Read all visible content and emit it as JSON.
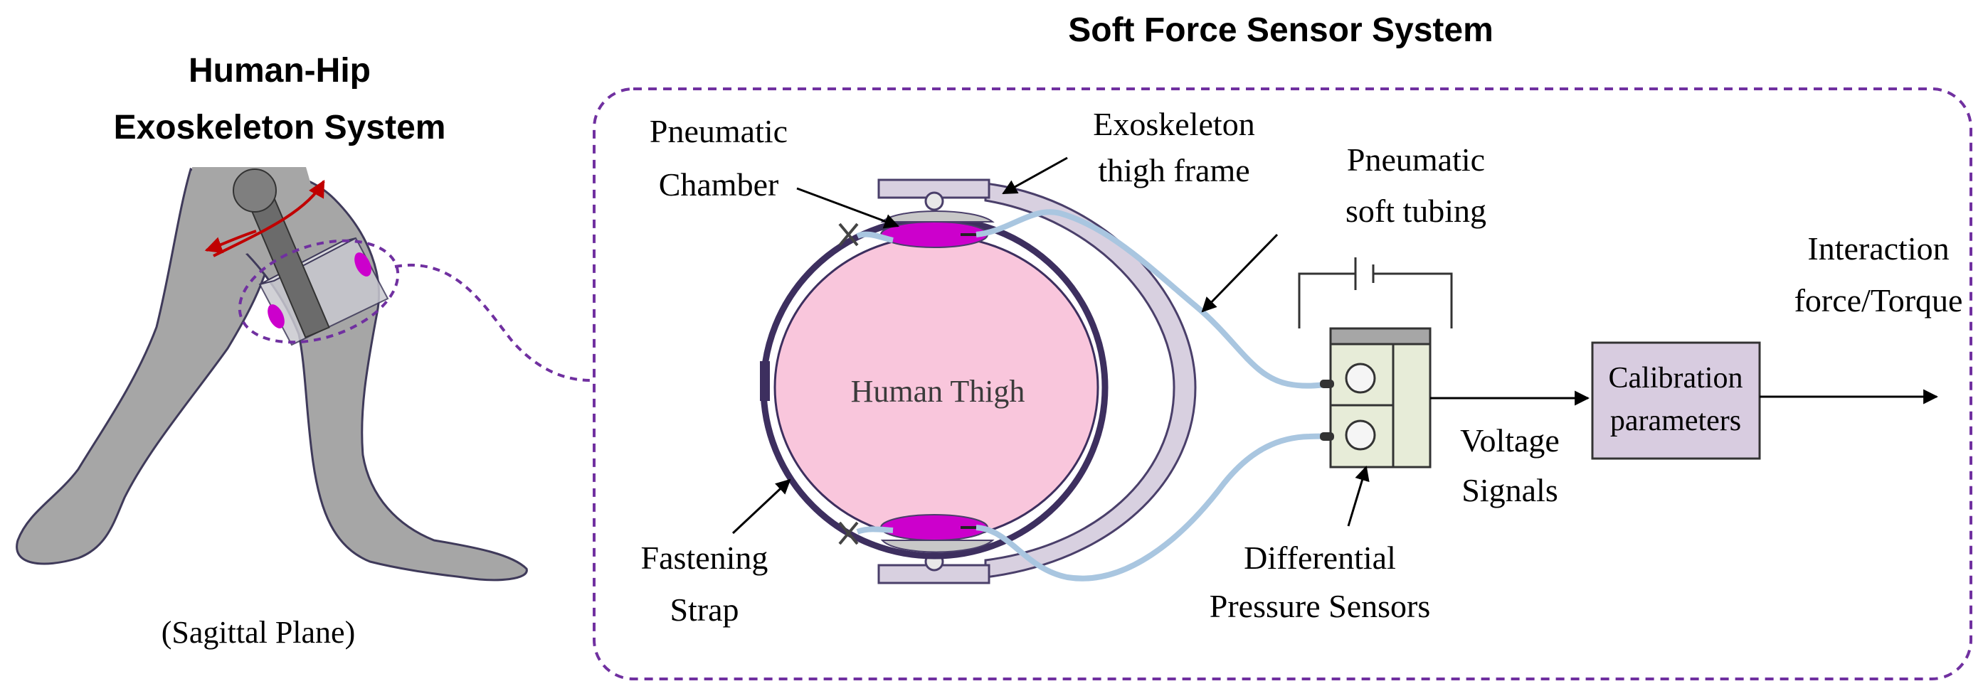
{
  "left_panel": {
    "title_line1": "Human-Hip",
    "title_line2": "Exoskeleton System",
    "caption": "(Sagittal Plane)"
  },
  "right_panel": {
    "title": "Soft Force Sensor System",
    "thigh_label": "Human Thigh",
    "pneumatic_chamber_line1": "Pneumatic",
    "pneumatic_chamber_line2": "Chamber",
    "exo_frame_line1": "Exoskeleton",
    "exo_frame_line2": "thigh frame",
    "tubing_line1": "Pneumatic",
    "tubing_line2": "soft tubing",
    "strap_line1": "Fastening",
    "strap_line2": "Strap",
    "sensors_line1": "Differential",
    "sensors_line2": "Pressure Sensors",
    "voltage_line1": "Voltage",
    "voltage_line2": "Signals",
    "calibration_line1": "Calibration",
    "calibration_line2": "parameters",
    "output_line1": "Interaction",
    "output_line2": "force/Torque"
  },
  "colors": {
    "leg_fill": "#a6a6a6",
    "leg_stroke": "#3f3a5a",
    "chamber": "#cc00cc",
    "thigh_fill": "#f9c6dc",
    "strap": "#3d2f5f",
    "frame_fill": "#d8d0e0",
    "frame_stroke": "#4a3f6a",
    "tubing": "#a9c6e0",
    "dash": "#7030a0",
    "arrow_red": "#c00000",
    "calib_fill": "#d8cce0",
    "sensor_fill": "#e7ecd8"
  }
}
